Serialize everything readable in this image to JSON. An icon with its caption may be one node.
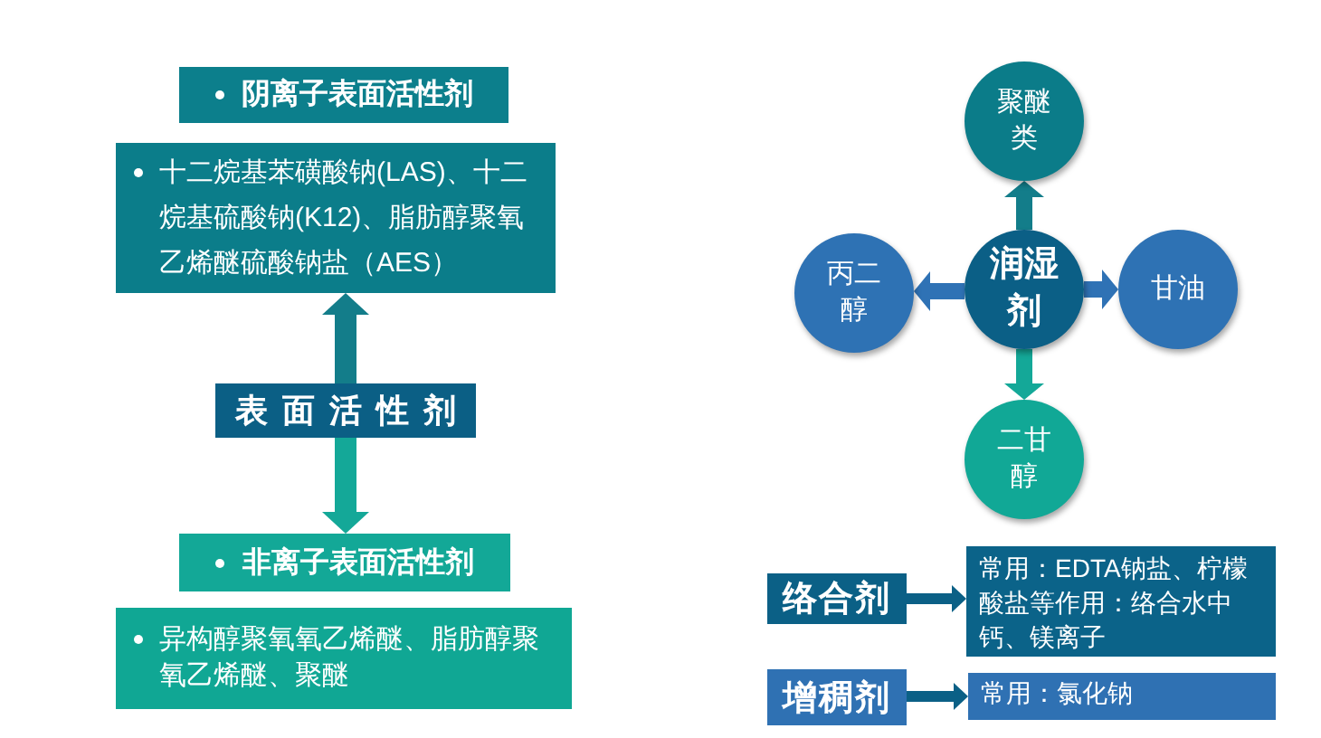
{
  "diagram": {
    "nodes": [
      {
        "text": [
          "阴离子表面活性剂"
        ]
      },
      {
        "text": [
          "十二烷基苯磺酸钠(LAS)、十二烷基硫酸钠(K12)、脂肪醇聚氧乙烯醚硫酸钠盐（AES）"
        ]
      },
      {
        "text": [
          "表面活性剂"
        ]
      },
      {
        "text": [
          "非离子表面活性剂"
        ]
      },
      {
        "text": [
          "异构醇聚氧氧乙烯醚、脂肪醇聚氧乙烯醚、聚醚"
        ]
      },
      {
        "text": [
          "聚醚类"
        ]
      },
      {
        "text": [
          "丙二醇"
        ]
      },
      {
        "text": [
          "润湿剂"
        ]
      },
      {
        "text": [
          "甘油"
        ]
      },
      {
        "text": [
          "二甘醇"
        ]
      },
      {
        "text": [
          "络合剂"
        ]
      },
      {
        "text": [
          "常用：EDTA钠盐、柠檬酸盐等作用：络合水中钙、镁离子"
        ]
      },
      {
        "text": [
          "增稠剂"
        ]
      },
      {
        "text": [
          "常用：氯化钠"
        ]
      }
    ],
    "edges": [
      {
        "from": 2,
        "to": 1,
        "arrow": "to",
        "color": "#137d8a"
      },
      {
        "from": 2,
        "to": 3,
        "arrow": "to",
        "color": "#14a898"
      },
      {
        "from": 7,
        "to": 5,
        "arrow": "to",
        "color": "#137d8a"
      },
      {
        "from": 7,
        "to": 6,
        "arrow": "to",
        "color": "#2f72b5"
      },
      {
        "from": 7,
        "to": 8,
        "arrow": "to",
        "color": "#2f72b5"
      },
      {
        "from": 7,
        "to": 9,
        "arrow": "to",
        "color": "#14a898"
      },
      {
        "from": 10,
        "to": 11,
        "arrow": "to"
      },
      {
        "from": 12,
        "to": 13,
        "arrow": "to"
      }
    ]
  }
}
